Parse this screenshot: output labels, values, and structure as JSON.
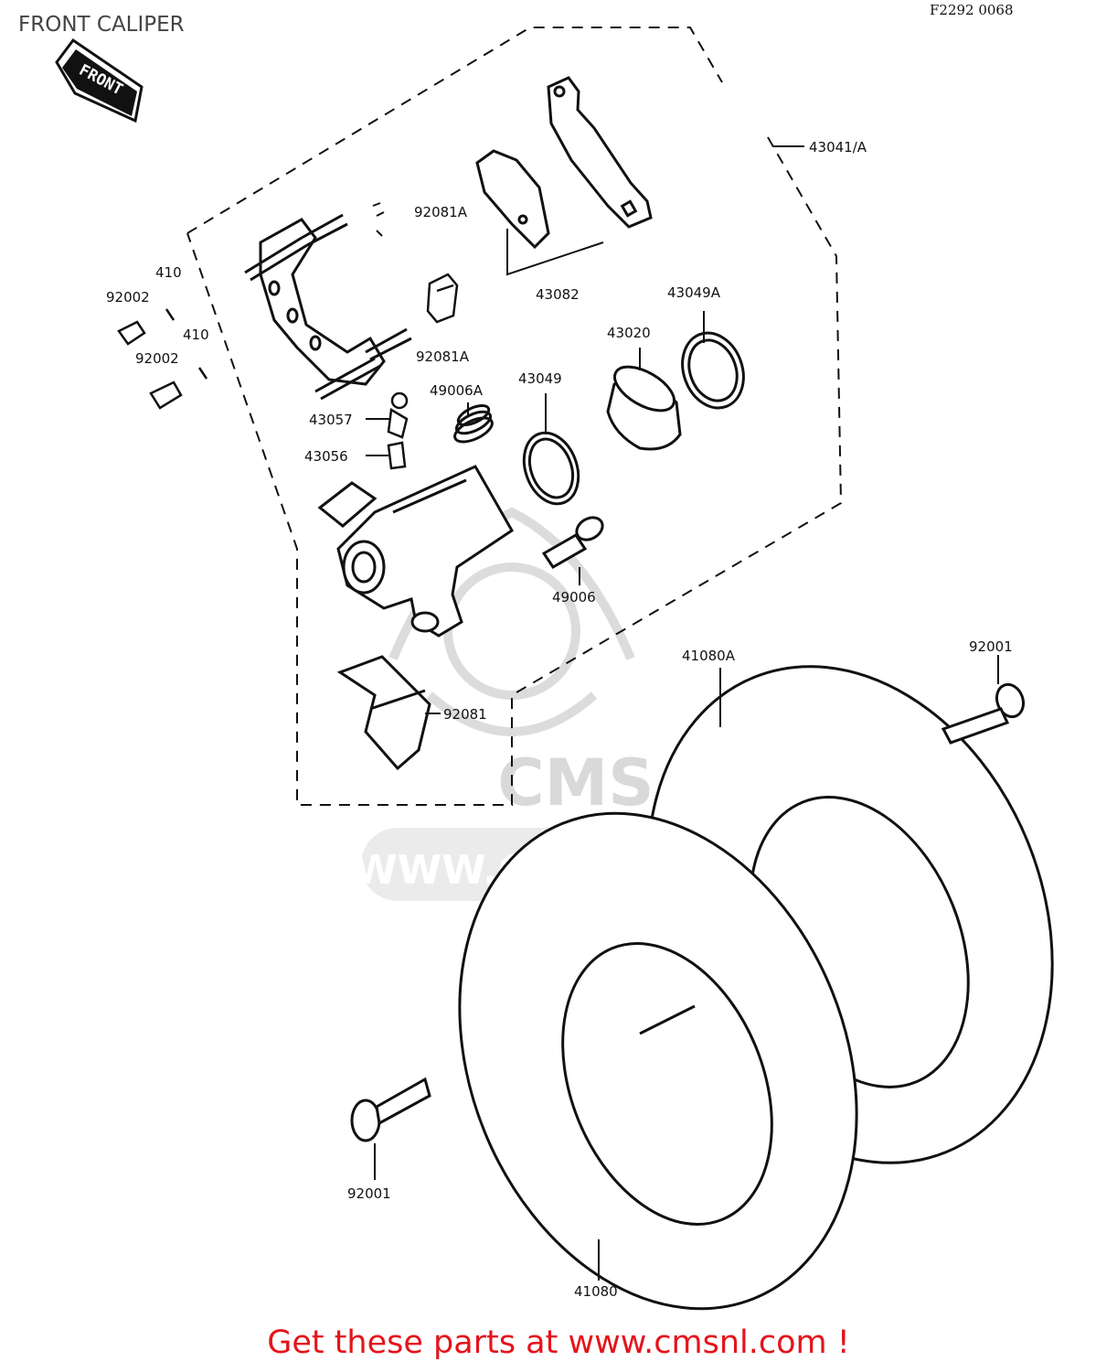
{
  "page": {
    "title": "FRONT CALIPER",
    "figure_code": "F2292 0068"
  },
  "front_arrow": {
    "label": "FRONT"
  },
  "parts": [
    {
      "part_no": "43041/A"
    },
    {
      "part_no": "92081A"
    },
    {
      "part_no": "43082"
    },
    {
      "part_no": "43049A"
    },
    {
      "part_no": "43020"
    },
    {
      "part_no": "43049"
    },
    {
      "part_no": "49006A"
    },
    {
      "part_no": "92081A"
    },
    {
      "part_no": "410"
    },
    {
      "part_no": "92002"
    },
    {
      "part_no": "410"
    },
    {
      "part_no": "92002"
    },
    {
      "part_no": "43057"
    },
    {
      "part_no": "43056"
    },
    {
      "part_no": "49006"
    },
    {
      "part_no": "92081"
    },
    {
      "part_no": "41080A"
    },
    {
      "part_no": "92001"
    },
    {
      "part_no": "92001"
    },
    {
      "part_no": "41080"
    }
  ],
  "watermark": {
    "brand": "CMS",
    "url": "WWW.CMSNL.COM"
  },
  "footer": {
    "banner": "Get these parts at www.cmsnl.com !"
  },
  "colors": {
    "ink": "#111111",
    "banner": "#e4141b",
    "watermark": "#d6d6d6",
    "title": "#444444"
  }
}
